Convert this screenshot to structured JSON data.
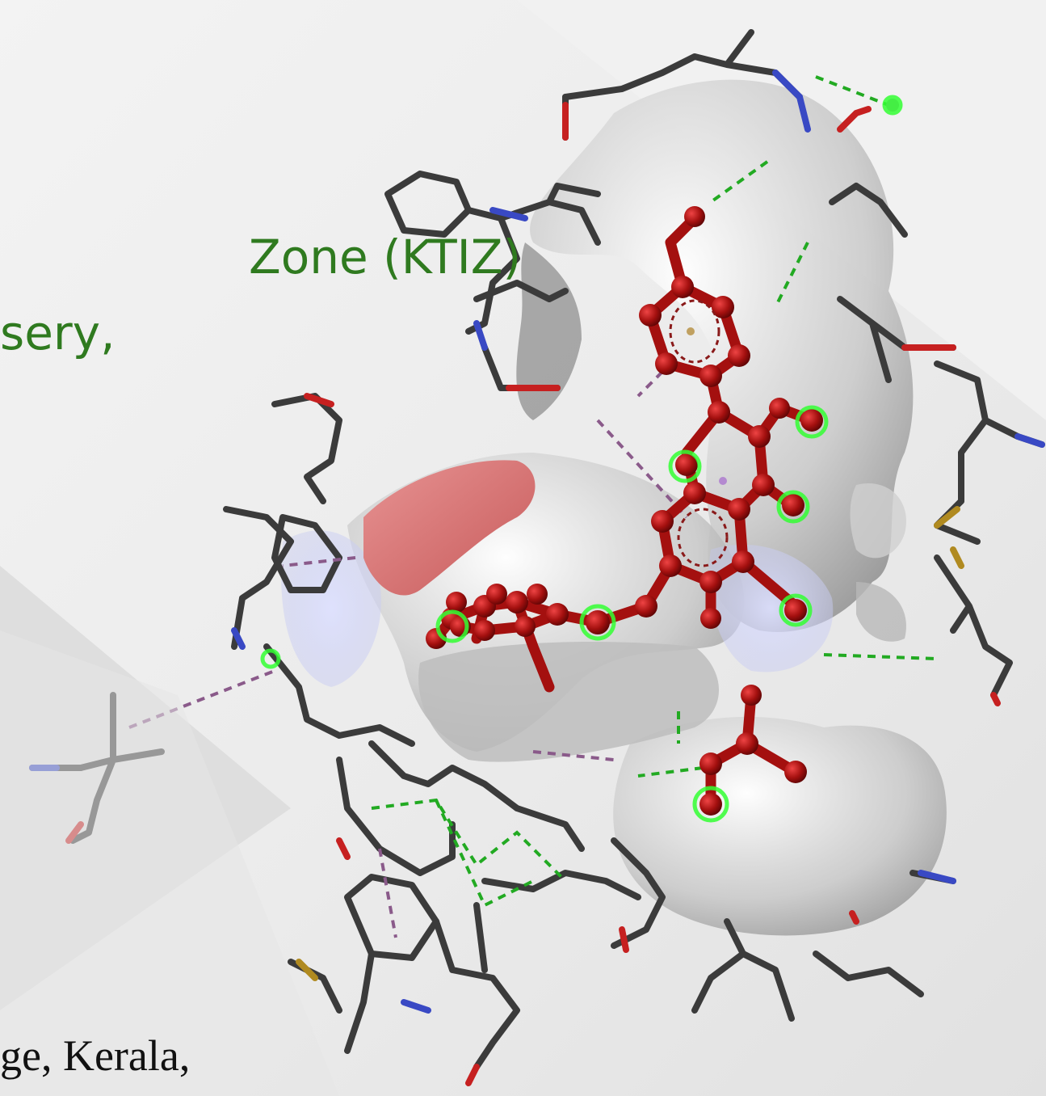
{
  "slide": {
    "title_line1": "Zone (KTIZ)",
    "title_line2": "sery,",
    "footer_text": "ge, Kerala,"
  },
  "figure": {
    "subject": "protein-ligand-docking",
    "ligand_color": "#a4100f",
    "hbond_color": "#22cc22",
    "surface_color": "#bdbdbd"
  }
}
